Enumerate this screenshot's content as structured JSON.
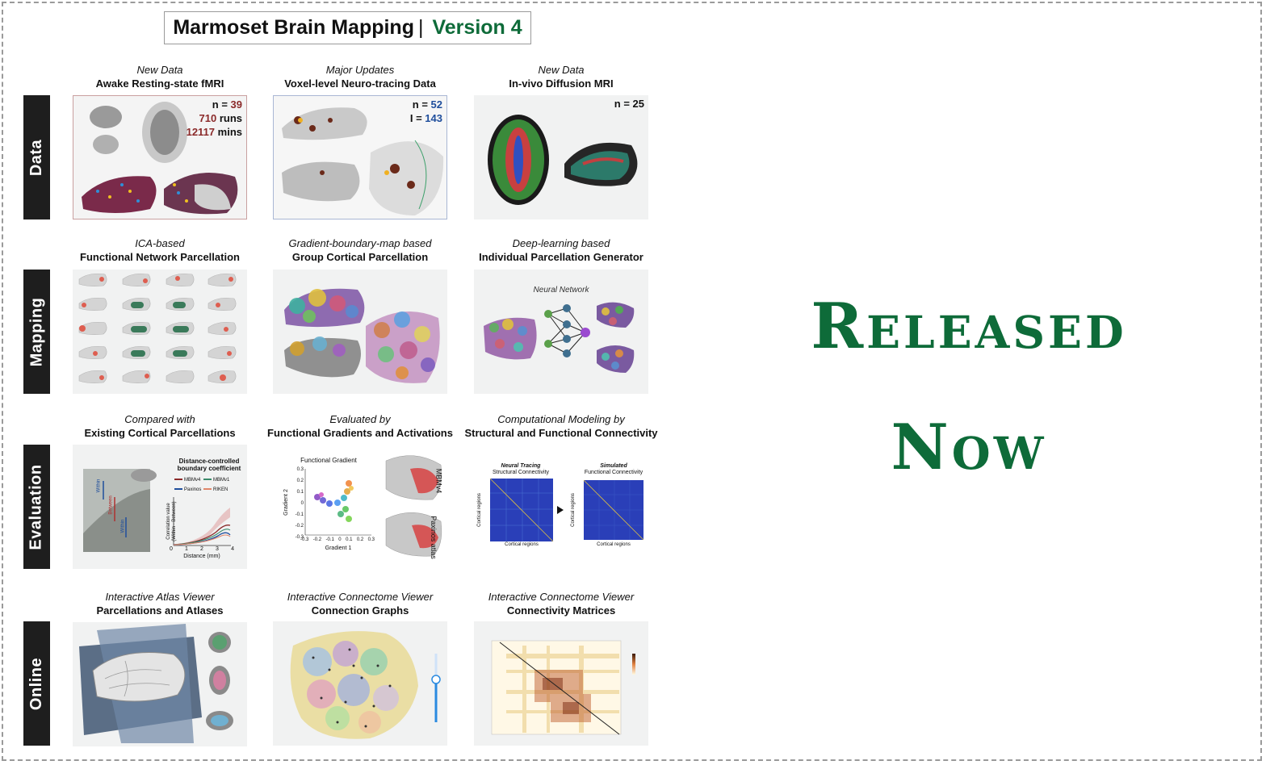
{
  "title": {
    "main": "Marmoset Brain Mapping",
    "separator": "|",
    "version": "Version 4"
  },
  "rows": [
    {
      "label": "Data"
    },
    {
      "label": "Mapping"
    },
    {
      "label": "Evaluation"
    },
    {
      "label": "Online"
    }
  ],
  "cells": {
    "data_fmri": {
      "italic": "New Data",
      "bold": "Awake Resting-state fMRI",
      "stats": {
        "n_label": "n = ",
        "n_value": "39",
        "runs_value": "710",
        "runs_label": " runs",
        "mins_value": "12117",
        "mins_label": " mins"
      }
    },
    "data_tracing": {
      "italic": "Major Updates",
      "bold": "Voxel-level Neuro-tracing Data",
      "stats": {
        "n_label": "n = ",
        "n_value": "52",
        "i_label": "I = ",
        "i_value": "143"
      }
    },
    "data_diffusion": {
      "italic": "New Data",
      "bold": "In-vivo Diffusion MRI",
      "stats": {
        "n_text": "n = 25"
      }
    },
    "map_ica": {
      "italic": "ICA-based",
      "bold": "Functional Network Parcellation"
    },
    "map_gradient": {
      "italic": "Gradient-boundary-map based",
      "bold": "Group Cortical Parcellation"
    },
    "map_deep": {
      "italic": "Deep-learning based",
      "bold": "Individual Parcellation Generator",
      "nn_label": "Neural Network"
    },
    "eval_compare": {
      "italic": "Compared with",
      "bold": "Existing Cortical Parcellations",
      "chart_title_1": "Distance-controlled",
      "chart_title_2": "boundary coefficient",
      "legend": [
        "MBMv4",
        "MBMv1",
        "Paxinos",
        "RIKEN"
      ],
      "ylabel_1": "Correlation value",
      "ylabel_2": "(Within - Between)",
      "xlabel": "Distance (mm)",
      "xticks": [
        "0",
        "1",
        "2",
        "3",
        "4"
      ],
      "img_labels": [
        "Within",
        "Between",
        "Within"
      ]
    },
    "eval_functional": {
      "italic": "Evaluated by",
      "bold": "Functional Gradients and Activations",
      "plot_title": "Functional Gradient",
      "xlabel": "Gradient 1",
      "ylabel": "Gradient 2",
      "yticks": [
        "0.3",
        "0.2",
        "0.1",
        "0",
        "-0.1",
        "-0.2",
        "-0.3"
      ],
      "xticks": [
        "-0.3",
        "-0.2",
        "-0.1",
        "0",
        "0.1",
        "0.2",
        "0.3"
      ],
      "side_1": "MBMv4",
      "side_2": "Paxinos atlas"
    },
    "eval_model": {
      "italic": "Computational Modeling by",
      "bold": "Structural and Functional Connectivity",
      "m1_title": "Neural Tracing",
      "m1_sub": "Structural Connectivity",
      "m2_title": "Simulated",
      "m2_sub": "Functional Connectivity",
      "axis_label": "Cortical regions"
    },
    "online_atlas": {
      "italic": "Interactive Atlas Viewer",
      "bold": "Parcellations and Atlases"
    },
    "online_graphs": {
      "italic": "Interactive Connectome Viewer",
      "bold": "Connection Graphs"
    },
    "online_matrices": {
      "italic": "Interactive Connectome Viewer",
      "bold": "Connectivity Matrices"
    }
  },
  "headline": {
    "line1": "Released",
    "line2": "Now"
  },
  "colors": {
    "brand_green": "#0e6b39",
    "row_label_bg": "#1e1e1e",
    "stat_red": "#8b2a2a",
    "stat_blue": "#1f4e9c"
  }
}
